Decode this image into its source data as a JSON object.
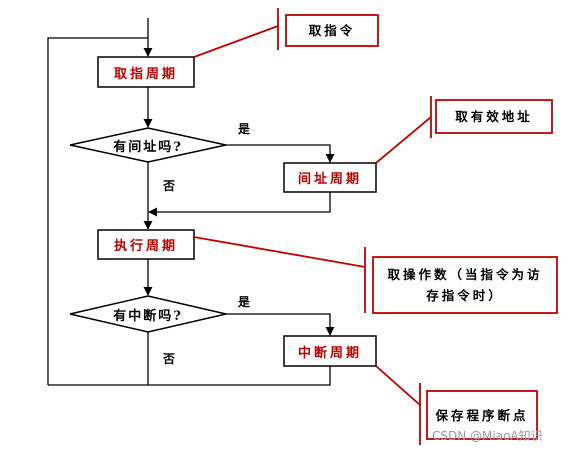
{
  "nodes": {
    "fetch_cycle": "取指周期",
    "indirect_q": "有间址吗?",
    "addr_cycle": "间址周期",
    "exec_cycle": "执行周期",
    "interrupt_q": "有中断吗?",
    "int_cycle": "中断周期"
  },
  "branches": {
    "yes1": "是",
    "no1": "否",
    "yes2": "是",
    "no2": "否"
  },
  "callouts": {
    "fetch": "取指令",
    "addr": "取有效地址",
    "exec": "取操作数（当指令为访存指令时）",
    "save": "保存程序断点"
  },
  "watermark": "CSDN @MiaoA知识",
  "colors": {
    "red": "#c00000",
    "line": "#000000",
    "callout_line": "#c00000"
  }
}
